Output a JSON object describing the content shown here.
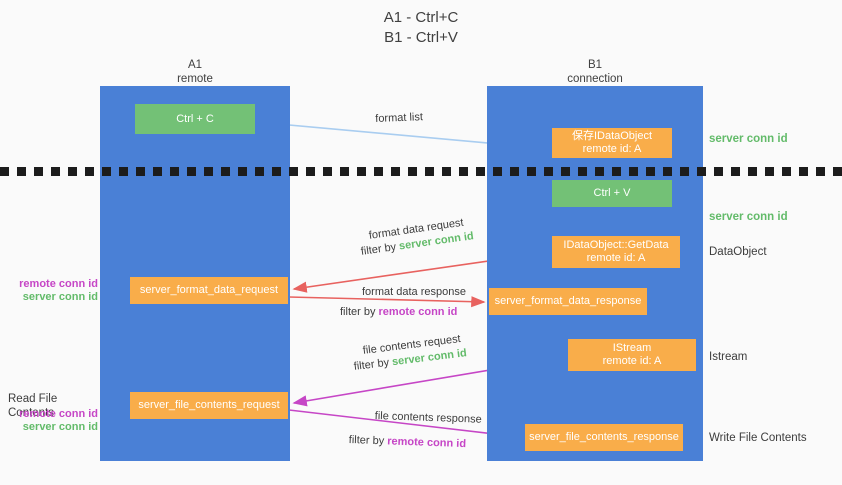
{
  "title": "A1 - Ctrl+C\nB1 - Ctrl+V",
  "columns": {
    "left": {
      "header": "A1\nremote"
    },
    "right": {
      "header": "B1\nconnection"
    }
  },
  "nodes": {
    "ctrl_c": "Ctrl + C",
    "save_dataobject": "保存IDataObject\nremote id: A",
    "ctrl_v": "Ctrl + V",
    "getdata": "IDataObject::GetData\nremote id: A",
    "istream": "IStream\nremote id: A",
    "server_format_data_request": "server_format_data_request",
    "server_format_data_response": "server_format_data_response",
    "server_file_contents_request": "server_file_contents_request",
    "server_file_contents_response": "server_file_contents_response"
  },
  "arrow_labels": {
    "format_list": "format list",
    "format_data_request": "format data request",
    "format_data_request_filter_prefix": "filter by ",
    "format_data_request_filter_key": "server conn id",
    "format_data_response": "format data response",
    "format_data_response_filter_prefix": "filter by ",
    "format_data_response_filter_key": "remote conn id",
    "file_contents_request": "file contents request",
    "file_contents_request_filter_prefix": "filter by ",
    "file_contents_request_filter_key": "server conn id",
    "file_contents_response": "file contents response",
    "file_contents_response_filter_prefix": "filter by ",
    "file_contents_response_filter_key": "remote conn id"
  },
  "side_labels": {
    "server_conn_id_top": "server conn id",
    "server_conn_id_mid": "server conn id",
    "dataobject": "DataObject",
    "istream": "Istream",
    "write_file_contents": "Write File Contents",
    "read_file_contents": "Read File Contents",
    "remote_conn_id": "remote conn id",
    "server_conn_id": "server conn id"
  },
  "colors": {
    "lane_blue": "#4a80d6",
    "node_green": "#73c176",
    "node_orange": "#f9ad4a",
    "arrow_light_blue": "#a9cdf0",
    "arrow_red": "#e8625f",
    "arrow_magenta": "#c646c6",
    "arrow_black": "#262626",
    "text_green": "#63bb6a",
    "text_purple": "#c646c6",
    "background": "#fafafa"
  }
}
